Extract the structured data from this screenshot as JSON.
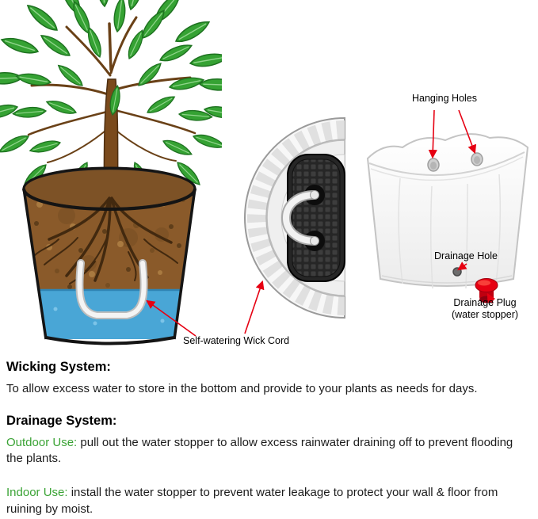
{
  "annotations": {
    "hanging_holes": "Hanging Holes",
    "drainage_hole": "Drainage Hole",
    "drainage_plug_1": "Drainage Plug",
    "drainage_plug_2": "(water stopper)",
    "wick_cord": "Self-watering Wick Cord"
  },
  "wicking": {
    "title": "Wicking System:",
    "body": "To allow excess water to store in the bottom and provide to your plants as needs for days."
  },
  "drainage": {
    "title": "Drainage System:",
    "outdoor_label": "Outdoor Use:",
    "outdoor_text": "pull out the water stopper to allow excess rainwater draining off to prevent flooding the plants.",
    "indoor_label": "Indoor Use:",
    "indoor_text": "install the water stopper to prevent water leakage to protect your wall & floor from ruining by moist."
  },
  "colors": {
    "arrow_red": "#e60012",
    "green_text": "#3aa335",
    "water_blue": "#49a6d6",
    "soil_brown": "#8a5a2a"
  }
}
